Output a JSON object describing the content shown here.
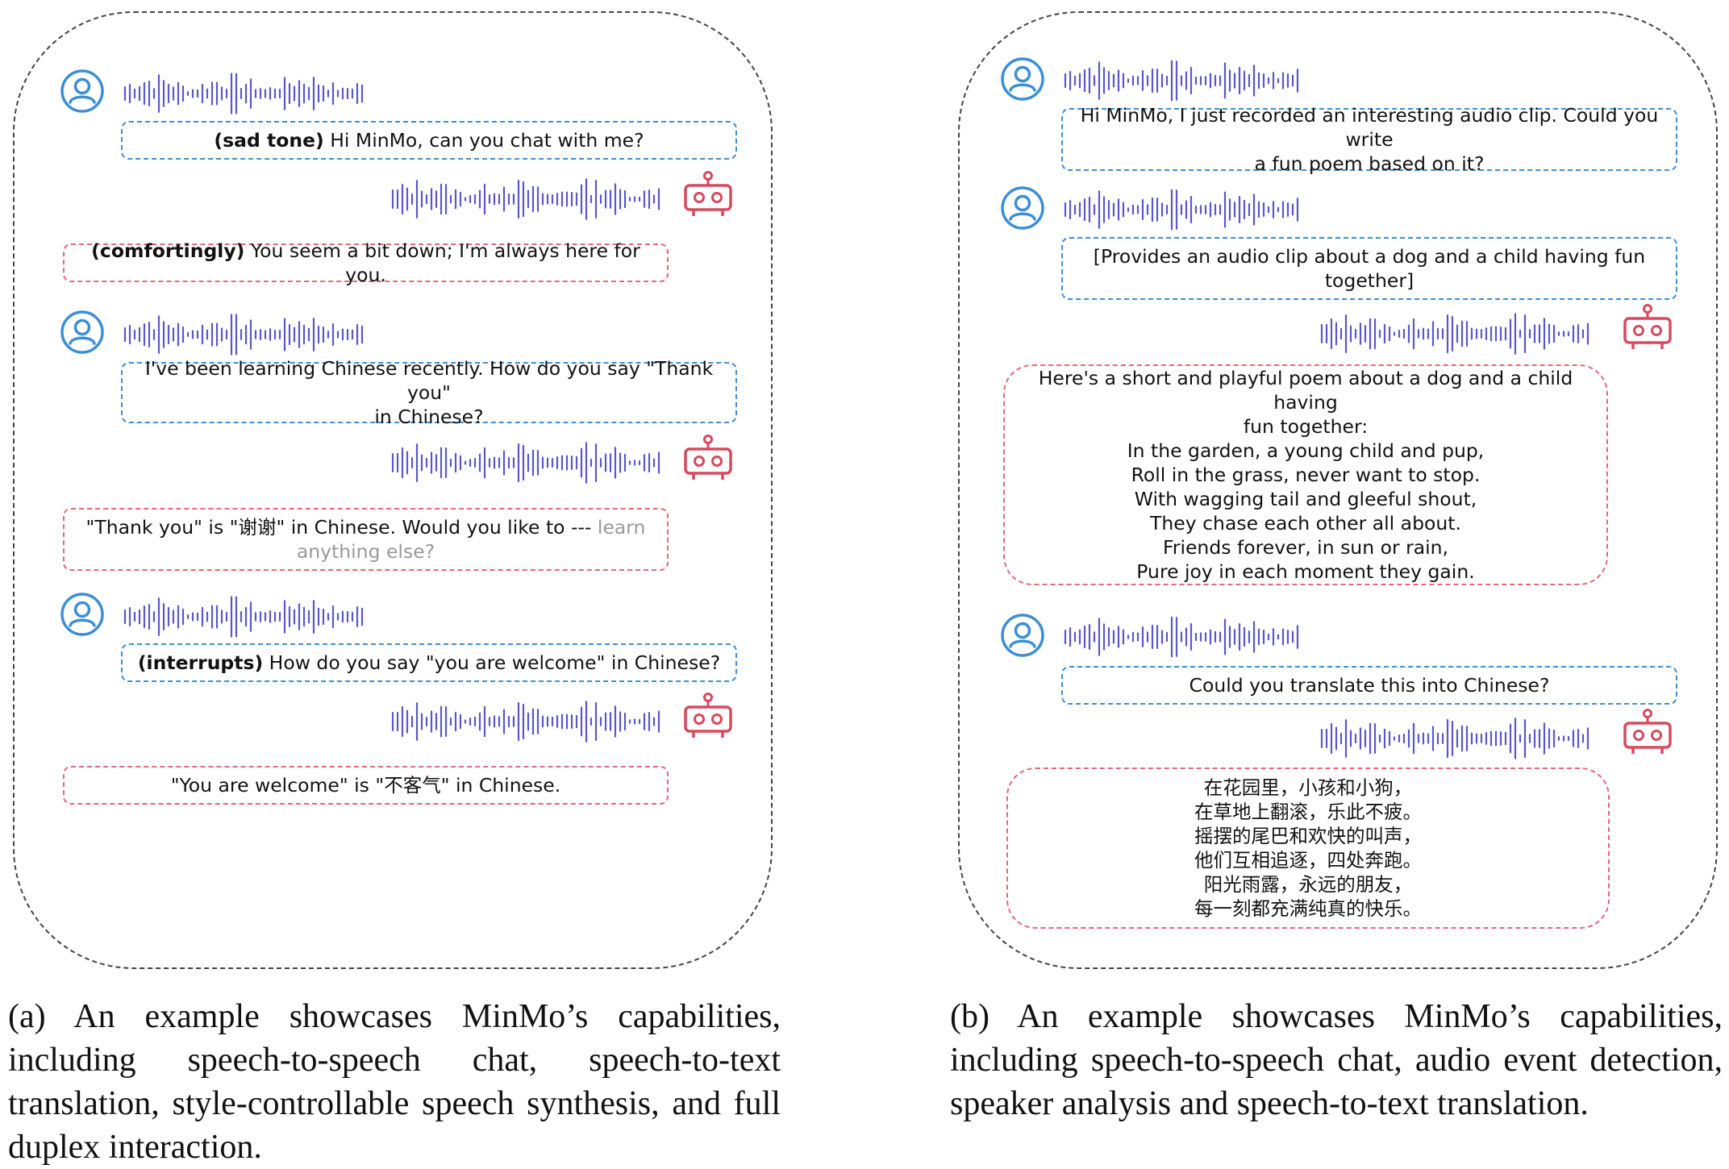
{
  "panel_a": {
    "messages": [
      {
        "role": "user",
        "prefix": "(sad tone)",
        "text": " Hi MinMo, can you chat with me?"
      },
      {
        "role": "bot",
        "prefix": "(comfortingly)",
        "text": " You seem a bit down; I'm always here for you."
      },
      {
        "role": "user",
        "line1": "I've been learning Chinese recently. How do you say \"Thank you\"",
        "line2": "in Chinese?"
      },
      {
        "role": "bot",
        "line1": "\"Thank you\" is \"谢谢\" in Chinese. Would you like to --- ",
        "line1_faded": "learn",
        "line2_faded": "anything else?"
      },
      {
        "role": "user",
        "prefix": "(interrupts)",
        "text": " How do you say \"you are welcome\" in Chinese?"
      },
      {
        "role": "bot",
        "text": "\"You are welcome\" is \"不客气\" in Chinese."
      }
    ],
    "caption": "(a) An example showcases MinMo’s capabilities, including speech-to-speech chat, speech-to-text translation, style-controllable speech synthesis, and full duplex interaction."
  },
  "panel_b": {
    "messages": [
      {
        "role": "user",
        "line1": "Hi MinMo, I just recorded an interesting audio clip. Could you write",
        "line2": "a fun poem based on it?"
      },
      {
        "role": "user",
        "line1": "[Provides an audio clip about a dog and a child having fun",
        "line2": "together]"
      },
      {
        "role": "bot",
        "lines": [
          "Here's a short and playful poem about a dog and a child having",
          "fun together:",
          "In the garden, a young child and pup,",
          "Roll in the grass, never want to stop.",
          "With wagging tail and gleeful shout,",
          "They chase each other all about.",
          "Friends forever, in sun or rain,",
          "Pure joy in each moment they gain."
        ]
      },
      {
        "role": "user",
        "text": "Could you translate this into Chinese?"
      },
      {
        "role": "bot",
        "lines": [
          "在花园里，小孩和小狗，",
          "在草地上翻滚，乐此不疲。",
          "摇摆的尾巴和欢快的叫声，",
          "他们互相追逐，四处奔跑。",
          "阳光雨露，永远的朋友，",
          "每一刻都充满纯真的快乐。"
        ]
      }
    ],
    "caption": "(b) An example showcases MinMo’s capabilities, including speech-to-speech chat, audio event detection, speaker analysis and speech-to-text translation."
  },
  "icons": [
    "user-avatar-icon",
    "robot-icon",
    "audio-waveform-icon"
  ],
  "colors": {
    "user": "#3b8ed6",
    "bot": "#d64a5e",
    "waveform": "#5b57c9"
  }
}
